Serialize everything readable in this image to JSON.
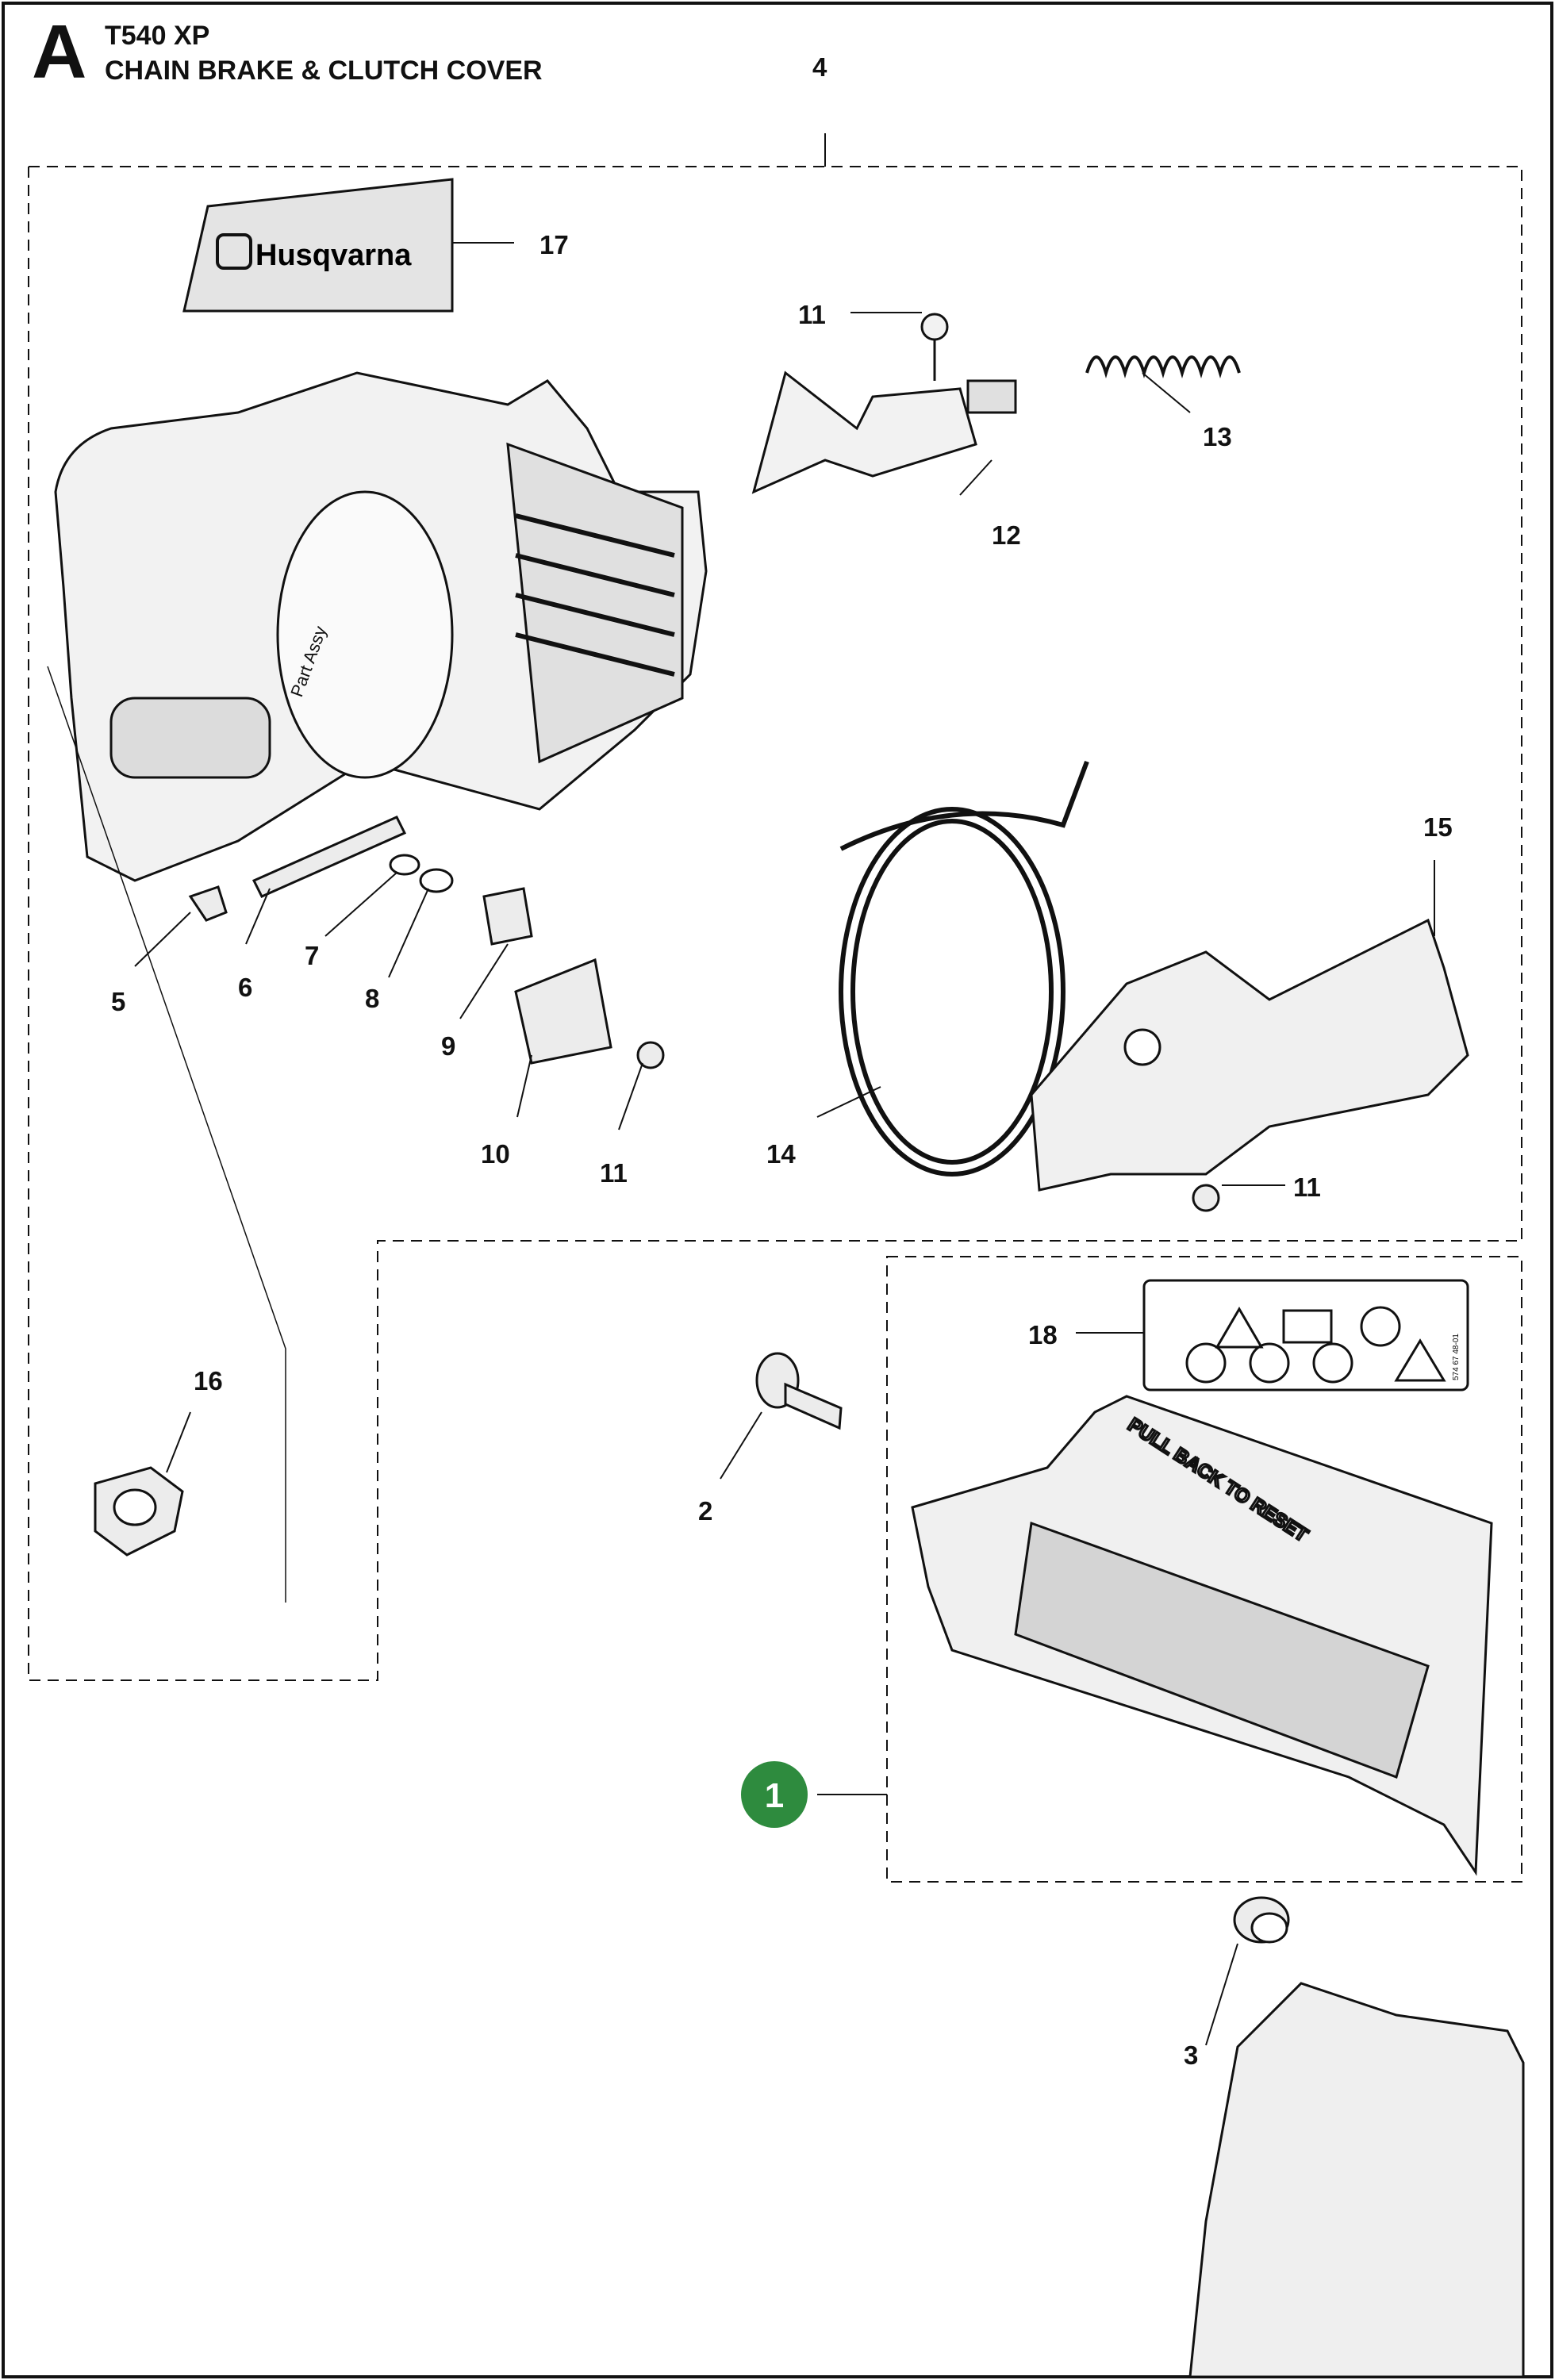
{
  "header": {
    "section_letter": "A",
    "model": "T540 XP",
    "title": "CHAIN BRAKE & CLUTCH COVER"
  },
  "callouts": [
    {
      "id": "c4",
      "label": "4"
    },
    {
      "id": "c17",
      "label": "17"
    },
    {
      "id": "c11a",
      "label": "11"
    },
    {
      "id": "c13",
      "label": "13"
    },
    {
      "id": "c12",
      "label": "12"
    },
    {
      "id": "c15",
      "label": "15"
    },
    {
      "id": "c5",
      "label": "5"
    },
    {
      "id": "c6",
      "label": "6"
    },
    {
      "id": "c7",
      "label": "7"
    },
    {
      "id": "c8",
      "label": "8"
    },
    {
      "id": "c9",
      "label": "9"
    },
    {
      "id": "c10",
      "label": "10"
    },
    {
      "id": "c11b",
      "label": "11"
    },
    {
      "id": "c14",
      "label": "14"
    },
    {
      "id": "c11c",
      "label": "11"
    },
    {
      "id": "c16",
      "label": "16"
    },
    {
      "id": "c18",
      "label": "18"
    },
    {
      "id": "c2",
      "label": "2"
    },
    {
      "id": "c3",
      "label": "3"
    }
  ],
  "kit_badge": {
    "label": "1",
    "color": "#2e8b3e"
  },
  "decal_text": {
    "logo": "Husqvarna",
    "cover_text": "Part Assy",
    "handle_text": "PULL BACK TO RESET",
    "label_code": "574 67 48-01"
  },
  "colors": {
    "line": "#111111",
    "shade": "#d8d8d8",
    "badge": "#2e8b3e"
  }
}
